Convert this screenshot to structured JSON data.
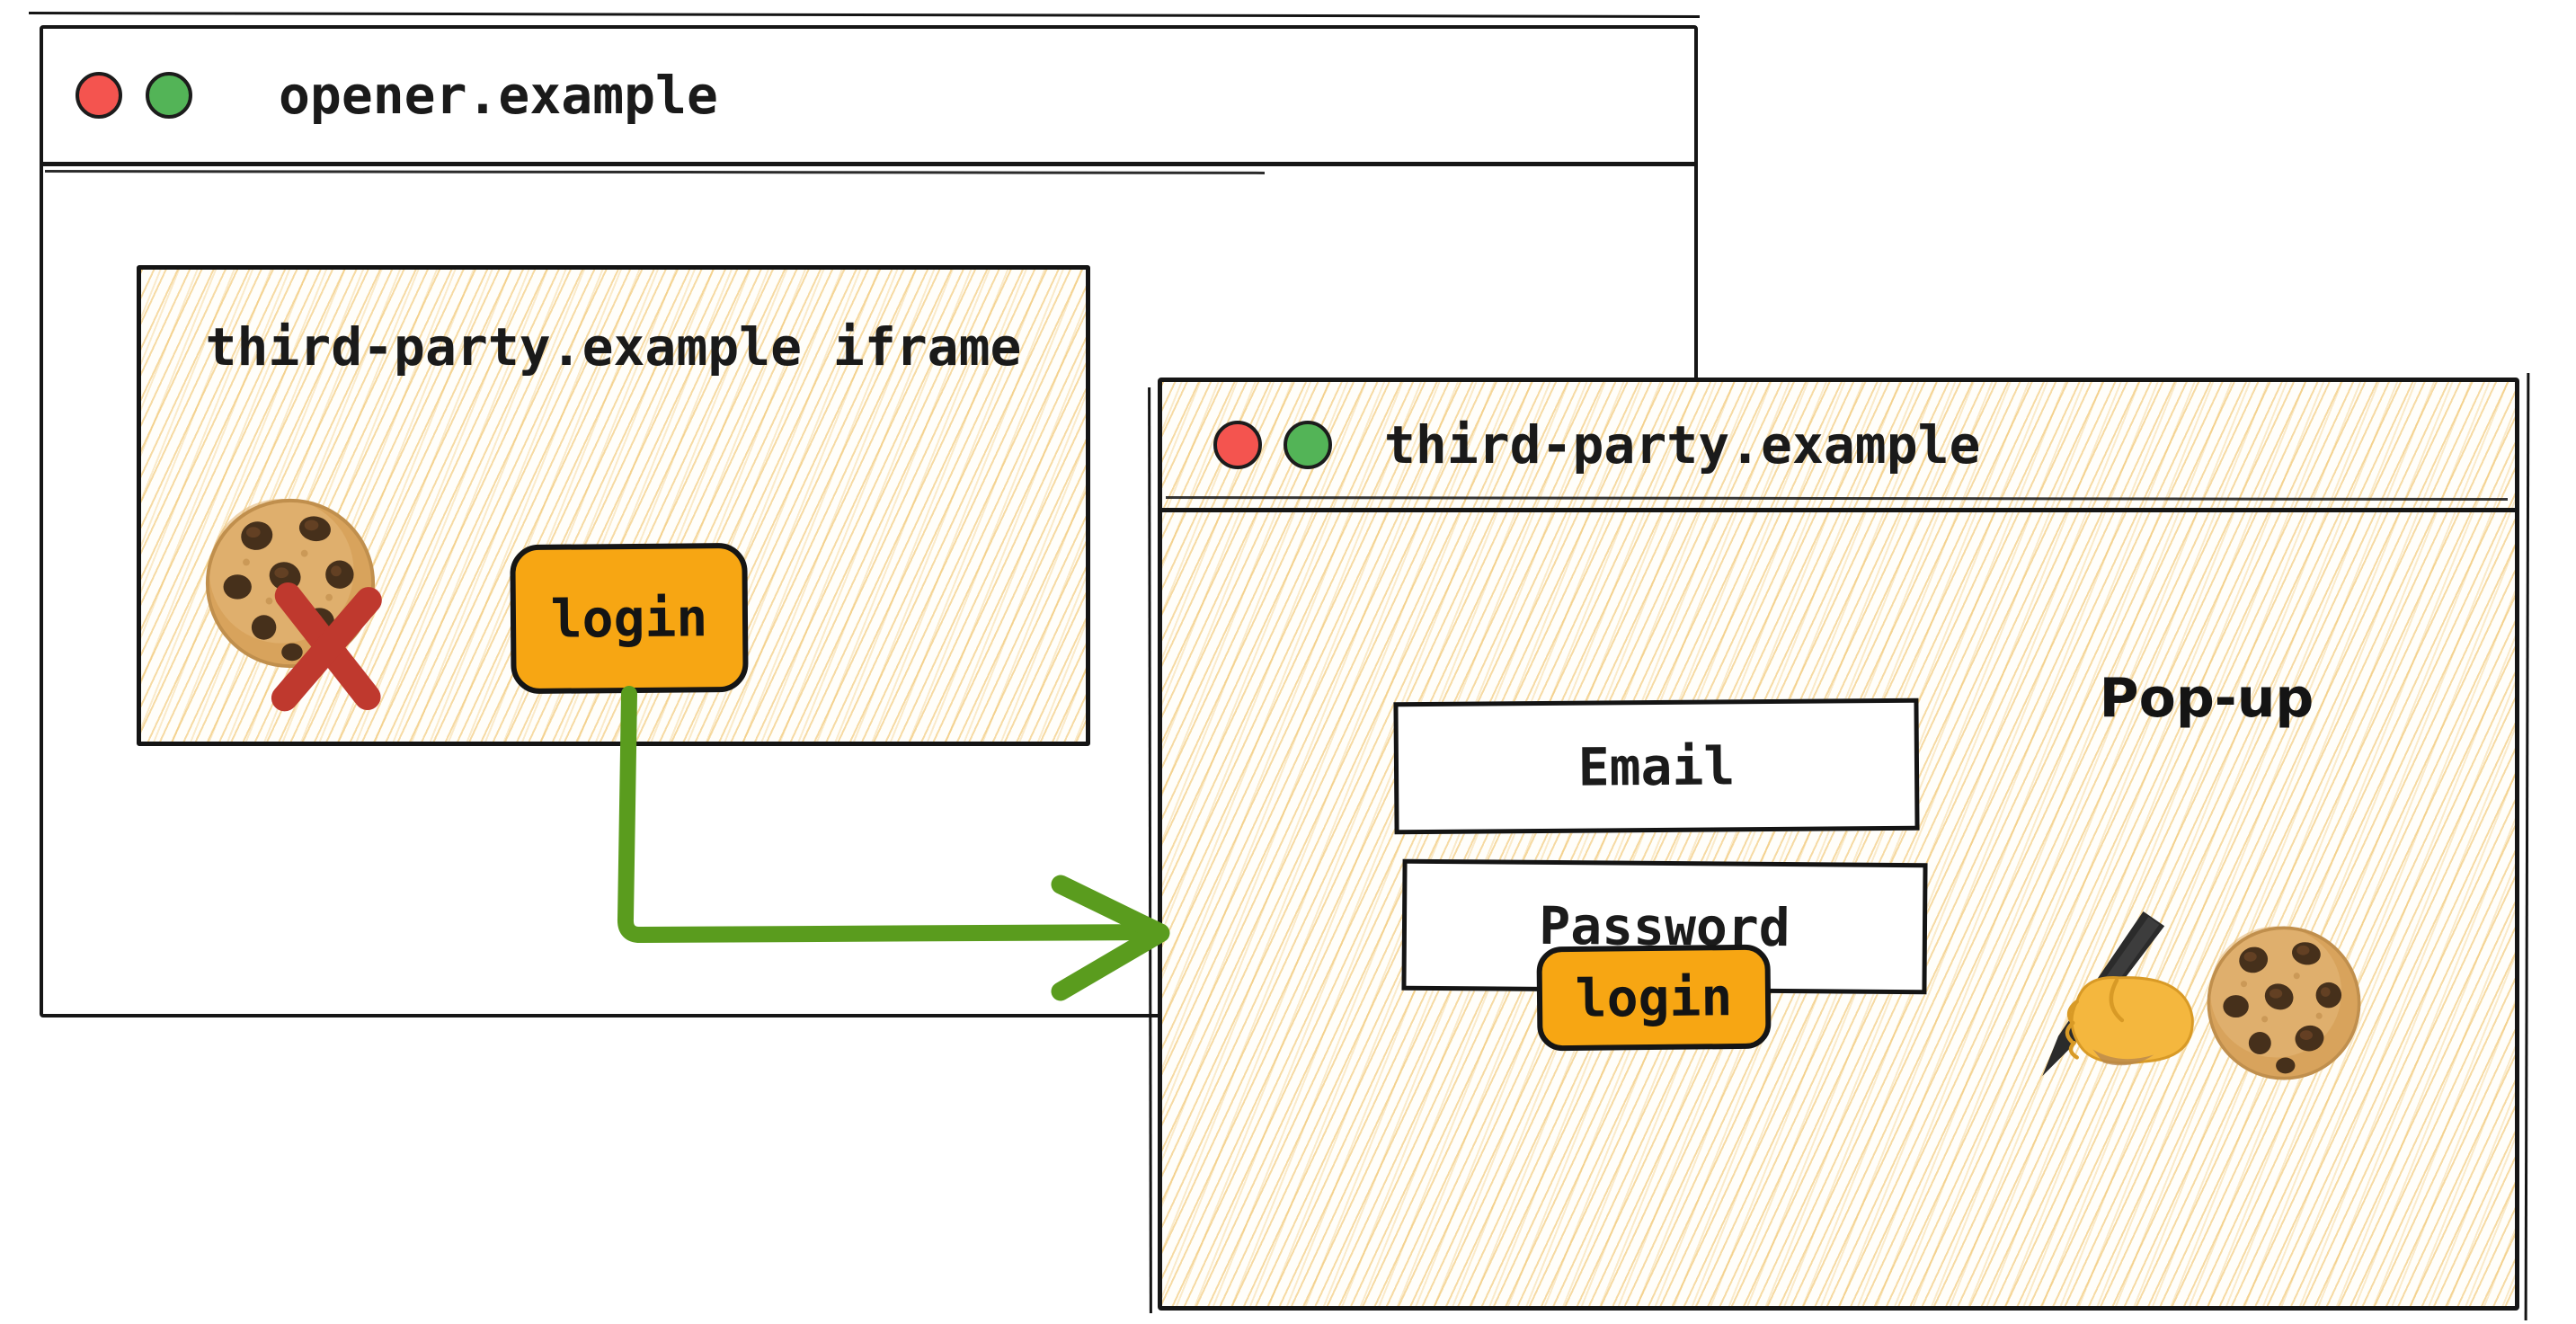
{
  "opener": {
    "title": "opener.example",
    "iframe": {
      "label": "third-party.example iframe",
      "login_label": "login",
      "blocked_cookie_icon": "cookie-with-red-cross"
    }
  },
  "popup": {
    "title": "third-party.example",
    "annotation": "Pop-up",
    "email_label": "Email",
    "password_label": "Password",
    "login_label": "login",
    "icons": [
      "writing-hand",
      "cookie"
    ]
  },
  "arrow": {
    "from": "iframe-login-button",
    "to": "popup-window",
    "color": "#5a9c1e"
  },
  "colors": {
    "ink": "#1a1a1a",
    "button_fill": "#f7a613",
    "hatch_line": "#eebd5c",
    "traffic_red": "#f4544f",
    "traffic_green": "#53b457",
    "cross_red": "#bf392e",
    "cookie_base": "#dba963",
    "cookie_chip": "#46301b",
    "hand_skin": "#f4b73e"
  }
}
